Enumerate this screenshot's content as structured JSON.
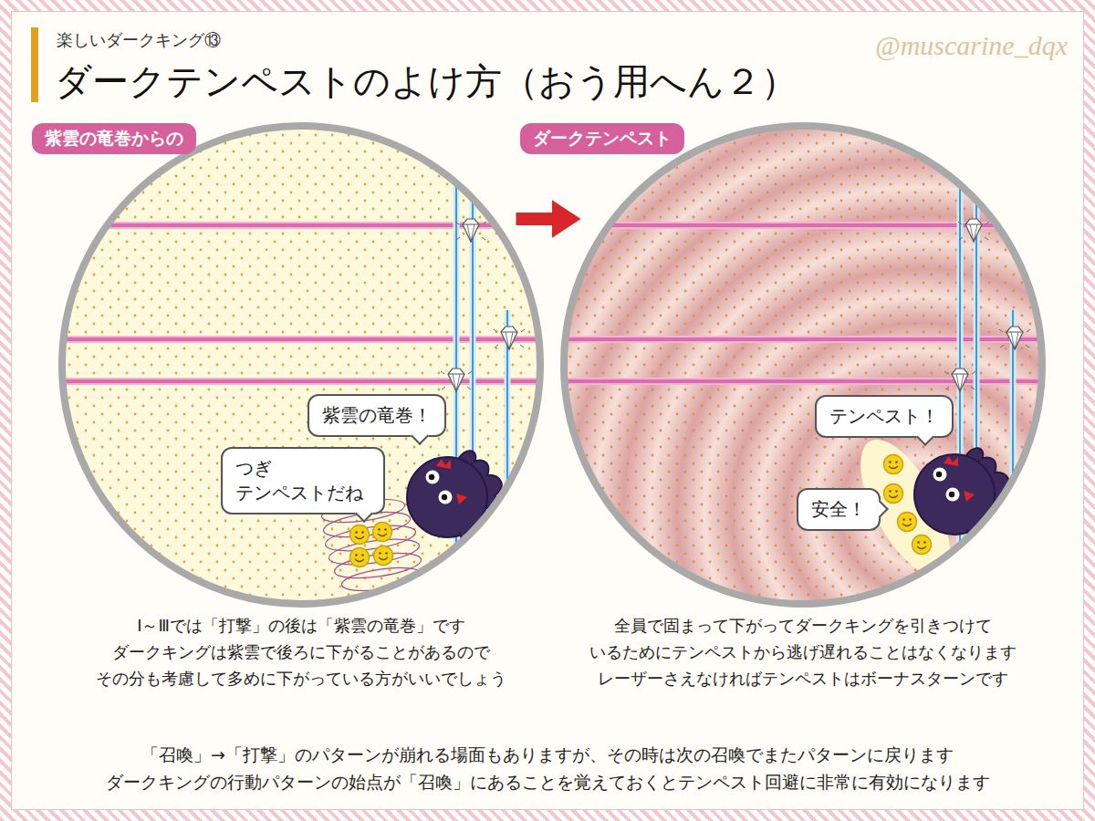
{
  "diagram": {
    "title": "ダークテンペストのよけ方（おう用へん２）",
    "nodes": [
      {
        "text": [
          "紫雲の竜巻からの"
        ]
      },
      {
        "text": [
          "紫雲の竜巻！"
        ],
        "in": 0
      },
      {
        "text": [
          "つぎ テンペストだね"
        ],
        "in": 0
      },
      {
        "text": [
          "ダークテンペスト"
        ]
      },
      {
        "text": [
          "テンペスト！"
        ],
        "in": 3
      },
      {
        "text": [
          "安全！"
        ],
        "in": 3
      }
    ],
    "edges": [
      {
        "from": 0,
        "to": 3,
        "arrow": "to"
      }
    ],
    "labels": [
      "楽しいダークキング⑬",
      "@muscarine_dqx",
      "Ⅰ～Ⅲでは「打撃」の後は「紫雲の竜巻」です ダークキングは紫雲で後ろに下がることがあるので その分も考慮して多めに下がっている方がいいでしょう",
      "全員で固まって下がってダークキングを引きつけて いるためにテンペストから逃げ遅れることはなくなります レーザーさえなければテンペストはボーナスターンです",
      "「召喚」→「打撃」のパターンが崩れる場面もありますが、その時は次の召喚でまたパターンに戻ります ダークキングの行動パターンの始点が「召喚」にあることを覚えておくとテンペスト回避に非常に有効になります"
    ]
  }
}
